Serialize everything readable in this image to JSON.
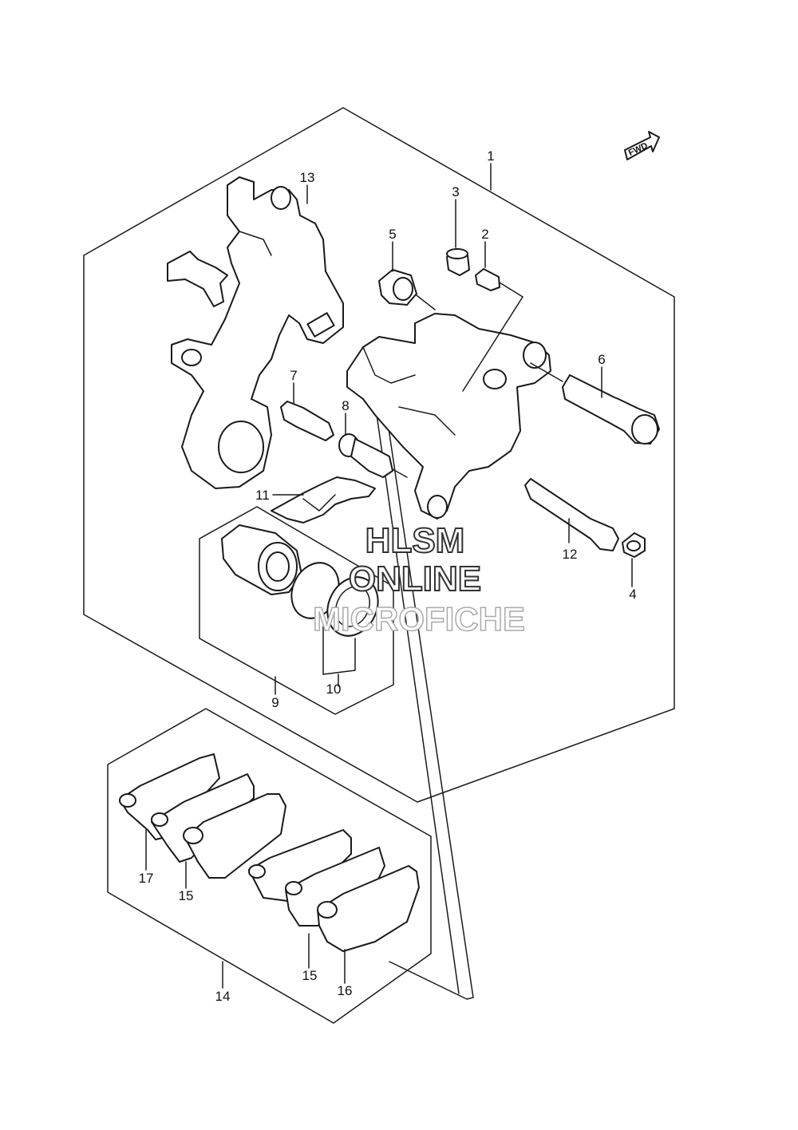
{
  "diagram": {
    "fwd_label": "FWD",
    "watermark": {
      "line1": "HLSM",
      "line2": "ONLINE",
      "line3": "MICROFICHE"
    },
    "callouts": [
      {
        "id": "1",
        "text": "1"
      },
      {
        "id": "2",
        "text": "2"
      },
      {
        "id": "3",
        "text": "3"
      },
      {
        "id": "4",
        "text": "4"
      },
      {
        "id": "5",
        "text": "5"
      },
      {
        "id": "6",
        "text": "6"
      },
      {
        "id": "7",
        "text": "7"
      },
      {
        "id": "8",
        "text": "8"
      },
      {
        "id": "9",
        "text": "9"
      },
      {
        "id": "10",
        "text": "10"
      },
      {
        "id": "11",
        "text": "11"
      },
      {
        "id": "12",
        "text": "12"
      },
      {
        "id": "13",
        "text": "13"
      },
      {
        "id": "14",
        "text": "14"
      },
      {
        "id": "15a",
        "text": "15"
      },
      {
        "id": "15b",
        "text": "15"
      },
      {
        "id": "16",
        "text": "16"
      },
      {
        "id": "17",
        "text": "17"
      }
    ]
  }
}
